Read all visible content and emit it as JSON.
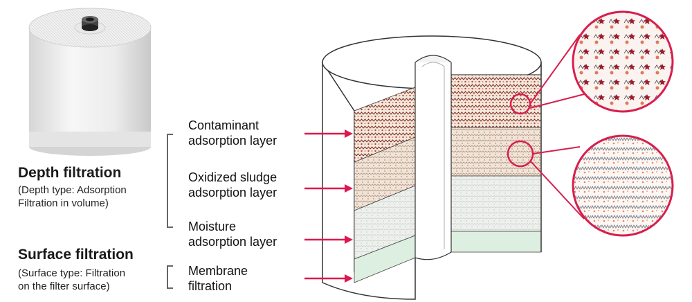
{
  "left_panel": {
    "depth": {
      "heading": "Depth filtration",
      "desc_line1": "(Depth type: Adsorption",
      "desc_line2": "Filtration in volume)"
    },
    "surface": {
      "heading": "Surface filtration",
      "desc_line1": "(Surface type: Filtration",
      "desc_line2": "on the filter surface)"
    }
  },
  "layers": [
    {
      "line1": "Contaminant",
      "line2": "adsorption layer"
    },
    {
      "line1": "Oxidized sludge",
      "line2": "adsorption layer"
    },
    {
      "line1": "Moisture",
      "line2": "adsorption layer"
    },
    {
      "line1": "Membrane",
      "line2": "filtration"
    }
  ],
  "colors": {
    "arrow": "#e0174f",
    "magnifier": "#d81e4e",
    "contaminant_layer": "#a0442a",
    "sludge_layer": "#c9a487",
    "moisture_layer": "#e3e6e3",
    "membrane_layer": "#dceee0"
  }
}
